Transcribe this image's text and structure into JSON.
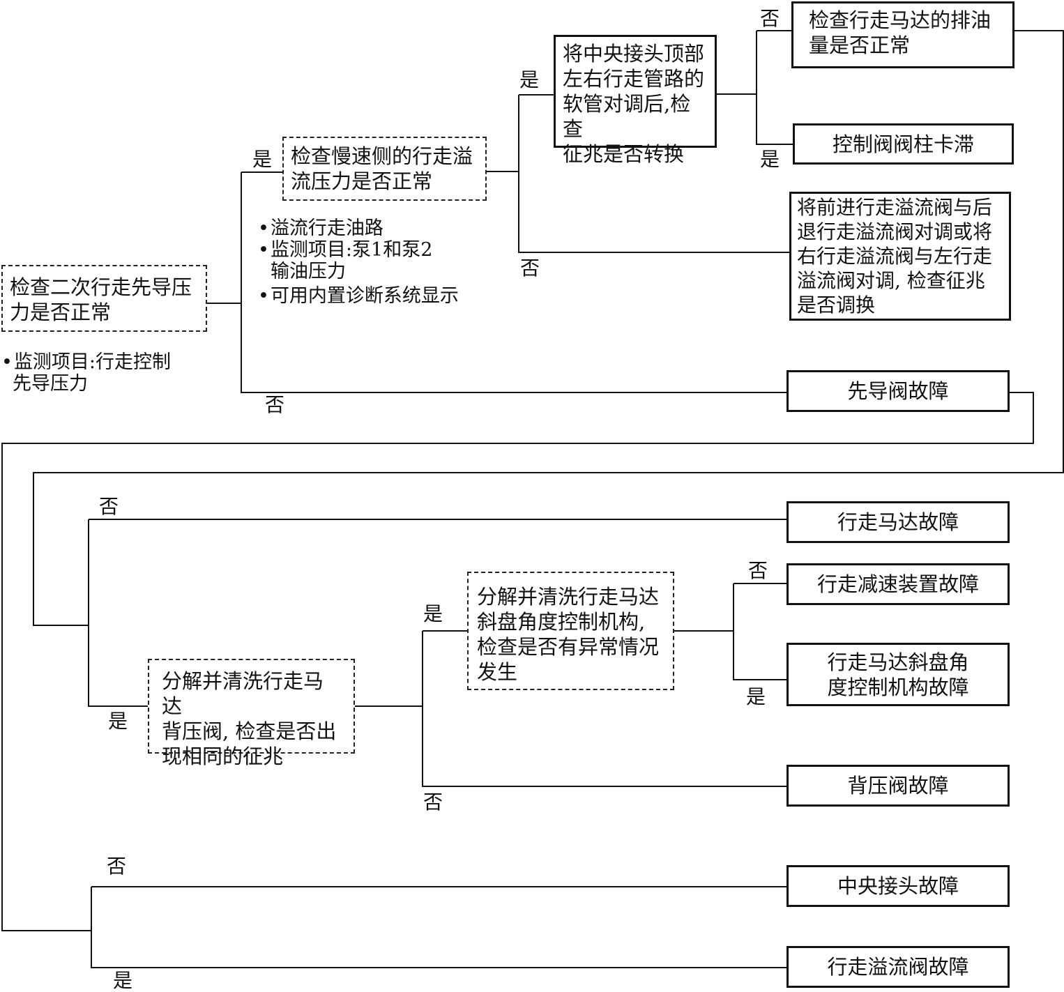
{
  "boxes": {
    "check_pilot": [
      "检查二次行走先导压",
      "力是否正常"
    ],
    "check_relief": [
      "检查慢速侧的行走溢",
      "流压力是否正常"
    ],
    "swap_hoses": [
      "将中央接头顶部",
      "左右行走管路的",
      "软管对调后,检查",
      "征兆是否转换"
    ],
    "check_motor_disp": [
      "检查行走马达的排油",
      "量是否正常"
    ],
    "spool_stuck": "控制阀阀柱卡滞",
    "swap_relief": [
      "将前进行走溢流阀与后",
      "退行走溢流阀对调或将",
      "右行走溢流阀与左行走",
      "溢流阀对调, 检查征兆",
      "是否调换"
    ],
    "pilot_fault": "先导阀故障",
    "motor_fault": "行走马达故障",
    "reducer_fault": "行走减速装置故障",
    "swash_fault": [
      "行走马达斜盘角",
      "度控制机构故障"
    ],
    "backpressure_fault": "背压阀故障",
    "center_joint_fault": "中央接头故障",
    "relief_fault": "行走溢流阀故障",
    "disassemble_swash": [
      "分解并清洗行走马达",
      "斜盘角度控制机构,",
      "检查是否有异常情况",
      "发生"
    ],
    "disassemble_bp": [
      "分解并清洗行走马达",
      "背压阀, 检查是否出",
      "现相同的征兆"
    ]
  },
  "notes": {
    "relief_notes": [
      "溢流行走油路",
      "监测项目:泵1和泵2"
    ],
    "relief_notes_cont": "输油压力",
    "relief_notes_last": "可用内置诊断系统显示",
    "pilot_note": "监测项目:行走控制",
    "pilot_note_cont": "先导压力"
  },
  "labels": {
    "yes": "是",
    "no": "否"
  },
  "colors": {
    "line": "#111111",
    "background": "#ffffff"
  }
}
